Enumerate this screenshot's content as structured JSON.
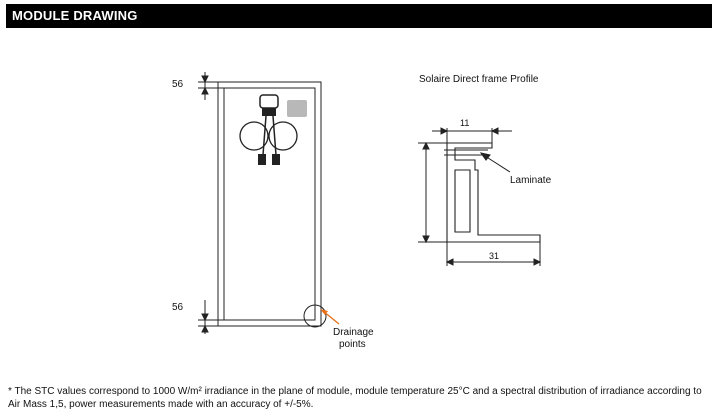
{
  "header": {
    "title": "MODULE DRAWING"
  },
  "module": {
    "top_dimension": "56",
    "bottom_dimension": "56",
    "drainage_label_line1": "Drainage",
    "drainage_label_line2": "points"
  },
  "profile": {
    "title": "Solaire Direct frame Profile",
    "top_width": "11",
    "bottom_width": "31",
    "laminate_label": "Laminate"
  },
  "footnote": {
    "text": "* The STC values correspond to 1000 W/m² irradiance in the plane of module, module temperature 25°C and a spectral distribution of irradiance according to Air Mass 1,5, power measurements made with an accuracy of +/-5%."
  },
  "colors": {
    "accent": "#e8701a",
    "junction_box": "#b8b8b8"
  }
}
